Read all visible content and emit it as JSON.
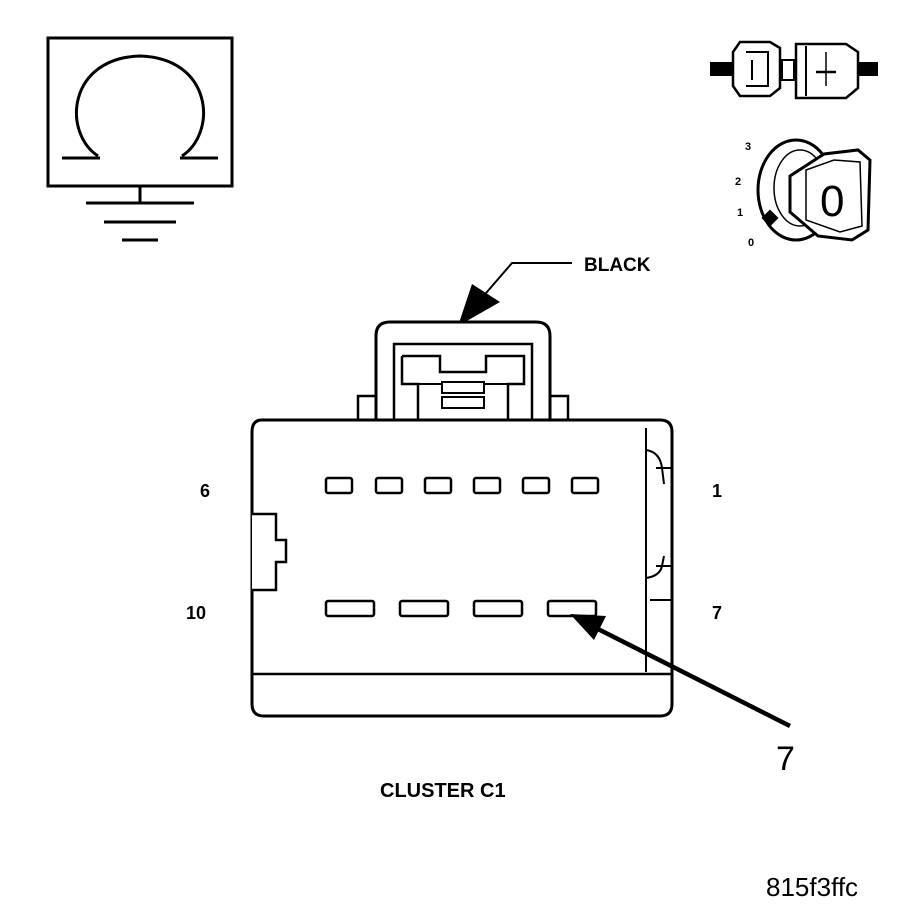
{
  "connector": {
    "color_label": "BLACK",
    "name": "CLUSTER C1",
    "pin_labels": {
      "top_left": "6",
      "top_right": "1",
      "bottom_left": "10",
      "bottom_right": "7"
    },
    "callout": "7"
  },
  "ignition": {
    "positions": [
      "3",
      "2",
      "1",
      "0"
    ],
    "key_label": "0"
  },
  "figure_code": "815f3ffc",
  "icons": {
    "ohmmeter": "ohmmeter-icon",
    "ground": "ground-icon",
    "disconnect": "connector-disconnect-icon",
    "ignition": "ignition-key-icon"
  }
}
